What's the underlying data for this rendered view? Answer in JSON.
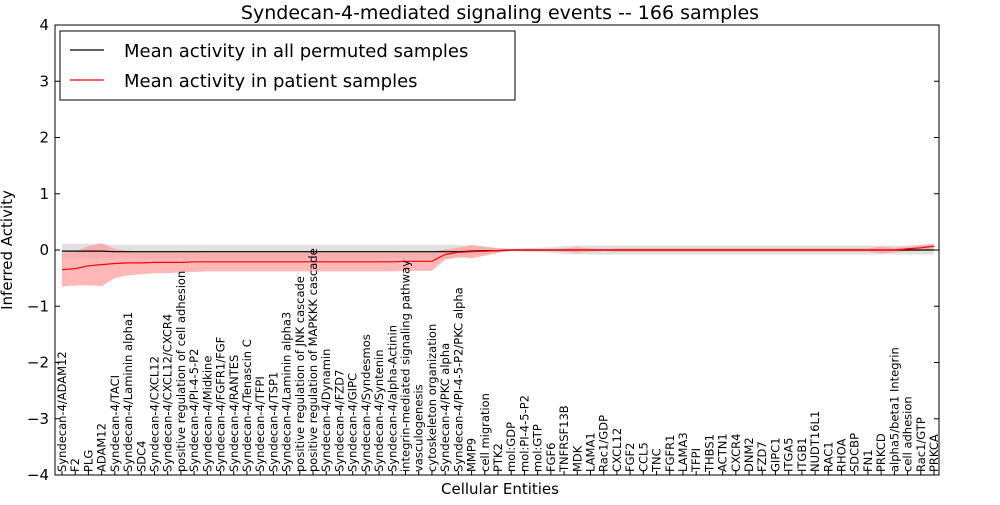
{
  "chart_data": {
    "type": "line",
    "title": "Syndecan-4-mediated signaling events -- 166 samples",
    "xlabel": "Cellular Entities",
    "ylabel": "Inferred Activity",
    "ylim": [
      -4,
      4
    ],
    "yticks": [
      "−4",
      "−3",
      "−2",
      "−1",
      "0",
      "1",
      "2",
      "3",
      "4"
    ],
    "grid": false,
    "legend_position": "top-left",
    "categories": [
      "Syndecan-4/ADAM12",
      "F2",
      "PLG",
      "ADAM12",
      "Syndecan-4/TACI",
      "Syndecan-4/Laminin alpha1",
      "SDC4",
      "Syndecan-4/CXCL12",
      "Syndecan-4/CXCL12/CXCR4",
      "positive regulation of cell adhesion",
      "Syndecan-4/PI-4-5-P2",
      "Syndecan-4/Midkine",
      "Syndecan-4/FGFR1/FGF",
      "Syndecan-4/RANTES",
      "Syndecan-4/Tenascin C",
      "Syndecan-4/TFPI",
      "Syndecan-4/TSP1",
      "Syndecan-4/Laminin alpha3",
      "positive regulation of JNK cascade",
      "positive regulation of MAPKKK cascade",
      "Syndecan-4/Dynamin",
      "Syndecan-4/FZD7",
      "Syndecan-4/GIPC",
      "Syndecan-4/Syndesmos",
      "Syndecan-4/Syntenin",
      "Syndecan-4/alpha-Actinin",
      "integrin-mediated signaling pathway",
      "vasculogenesis",
      "cytoskeleton organization",
      "Syndecan-4/PKC alpha",
      "Syndecan-4/PI-4-5-P2/PKC alpha",
      "MMP9",
      "cell migration",
      "PTK2",
      "mol:GDP",
      "mol:PI-4-5-P2",
      "mol:GTP",
      "FGF6",
      "TNFRSF13B",
      "MDK",
      "LAMA1",
      "Rac1/GDP",
      "CXCL12",
      "FGF2",
      "CCL5",
      "TNC",
      "FGFR1",
      "LAMA3",
      "TFPI",
      "THBS1",
      "ACTN1",
      "CXCR4",
      "DNM2",
      "FZD7",
      "GIPC1",
      "ITGA5",
      "ITGB1",
      "NUDT16L1",
      "RAC1",
      "RHOA",
      "SDCBP",
      "FN1",
      "PRKCD",
      "alpha5/beta1 Integrin",
      "cell adhesion",
      "Rac1/GTP",
      "PRKCA"
    ],
    "series": [
      {
        "name": "Mean activity in all permuted samples",
        "color": "#000000",
        "band_color": "#c8c8c8",
        "values": [
          -0.02,
          -0.02,
          -0.02,
          -0.02,
          -0.03,
          -0.03,
          -0.03,
          -0.03,
          -0.03,
          -0.03,
          -0.03,
          -0.03,
          -0.03,
          -0.03,
          -0.03,
          -0.03,
          -0.03,
          -0.03,
          -0.03,
          -0.03,
          -0.03,
          -0.03,
          -0.03,
          -0.03,
          -0.03,
          -0.03,
          -0.03,
          -0.03,
          -0.03,
          -0.03,
          -0.03,
          -0.02,
          -0.01,
          -0.01,
          0,
          0,
          0,
          0,
          0,
          0,
          0,
          0,
          0,
          0,
          0,
          0,
          0,
          0,
          0,
          0,
          0,
          0,
          0,
          0,
          0,
          0,
          0,
          0,
          0,
          0,
          0,
          0,
          0,
          0,
          0,
          0,
          0
        ],
        "band": [
          0.13,
          0.13,
          0.13,
          0.13,
          0.12,
          0.12,
          0.12,
          0.12,
          0.12,
          0.12,
          0.12,
          0.12,
          0.12,
          0.12,
          0.12,
          0.12,
          0.12,
          0.12,
          0.12,
          0.12,
          0.12,
          0.12,
          0.12,
          0.12,
          0.12,
          0.12,
          0.12,
          0.12,
          0.12,
          0.12,
          0.12,
          0.09,
          0.06,
          0.04,
          0.02,
          0.03,
          0.04,
          0.05,
          0.07,
          0.08,
          0.08,
          0.08,
          0.08,
          0.08,
          0.08,
          0.08,
          0.08,
          0.08,
          0.08,
          0.08,
          0.08,
          0.08,
          0.08,
          0.08,
          0.08,
          0.08,
          0.08,
          0.08,
          0.08,
          0.08,
          0.08,
          0.08,
          0.08,
          0.08,
          0.08,
          0.08,
          0.08
        ]
      },
      {
        "name": "Mean activity in patient samples",
        "color": "#ff0000",
        "band_color": "#ff9999",
        "values": [
          -0.35,
          -0.33,
          -0.28,
          -0.26,
          -0.24,
          -0.23,
          -0.23,
          -0.22,
          -0.22,
          -0.22,
          -0.21,
          -0.21,
          -0.21,
          -0.21,
          -0.21,
          -0.21,
          -0.21,
          -0.21,
          -0.21,
          -0.21,
          -0.21,
          -0.21,
          -0.21,
          -0.21,
          -0.21,
          -0.21,
          -0.2,
          -0.2,
          -0.2,
          -0.08,
          -0.04,
          -0.03,
          -0.02,
          -0.01,
          0,
          0,
          0,
          0,
          0,
          0,
          0,
          0,
          0,
          0,
          0,
          0,
          0,
          0,
          0,
          0,
          0,
          0,
          0,
          0,
          0,
          0,
          0,
          0,
          0,
          0,
          0,
          0,
          0,
          0,
          0.02,
          0.04,
          0.07
        ],
        "band": [
          0.3,
          0.3,
          0.35,
          0.38,
          0.26,
          0.22,
          0.2,
          0.19,
          0.19,
          0.18,
          0.18,
          0.17,
          0.17,
          0.17,
          0.17,
          0.17,
          0.17,
          0.17,
          0.17,
          0.17,
          0.17,
          0.17,
          0.17,
          0.17,
          0.17,
          0.17,
          0.17,
          0.17,
          0.17,
          0.09,
          0.08,
          0.12,
          0.08,
          0.04,
          0.02,
          0.02,
          0.02,
          0.02,
          0.03,
          0.05,
          0.03,
          0.02,
          0.03,
          0.03,
          0.03,
          0.03,
          0.03,
          0.03,
          0.03,
          0.03,
          0.03,
          0.03,
          0.03,
          0.03,
          0.03,
          0.03,
          0.03,
          0.03,
          0.03,
          0.03,
          0.03,
          0.03,
          0.06,
          0.04,
          0.04,
          0.05,
          0.04
        ]
      }
    ]
  }
}
